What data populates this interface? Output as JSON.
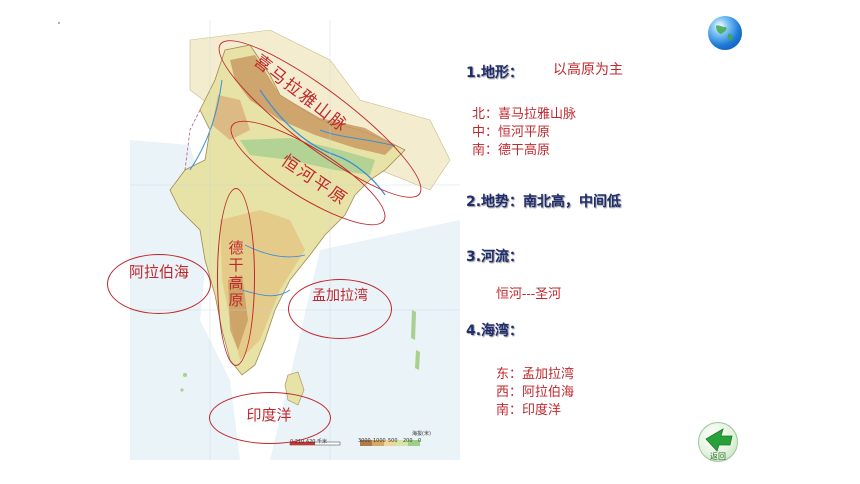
{
  "map_labels": {
    "himalaya": "喜马拉雅山脉",
    "ganges_plain": "恒河平原",
    "deccan": "德干高原",
    "arabian_sea": "阿拉伯海",
    "bay_of_bengal": "孟加拉湾",
    "indian_ocean": "印度洋"
  },
  "map_legend": {
    "scale_text": "0   210   420 千米",
    "elevation_unit": "海拔(米)",
    "elevation_steps": [
      "3000",
      "1000",
      "500",
      "200",
      "0"
    ]
  },
  "points": {
    "terrain_heading": "1.地形：",
    "terrain_summary": "以高原为主",
    "terrain_north": "北：喜马拉雅山脉",
    "terrain_middle": "中：恒河平原",
    "terrain_south": "南：德干高原",
    "slope_heading": "2.地势：南北高，中间低",
    "rivers_heading": "3.河流：",
    "rivers_detail": "恒河---圣河",
    "seas_heading": "4.海湾：",
    "seas_east": "东：孟加拉湾",
    "seas_west": "西：阿拉伯海",
    "seas_south": "南：印度洋"
  },
  "nav": {
    "back_label": "返回"
  },
  "colors": {
    "accent_red": "#c0282d",
    "heading_navy": "#1f2d6e"
  },
  "icons": {
    "globe": "globe-icon",
    "back": "back-arrow-icon"
  }
}
